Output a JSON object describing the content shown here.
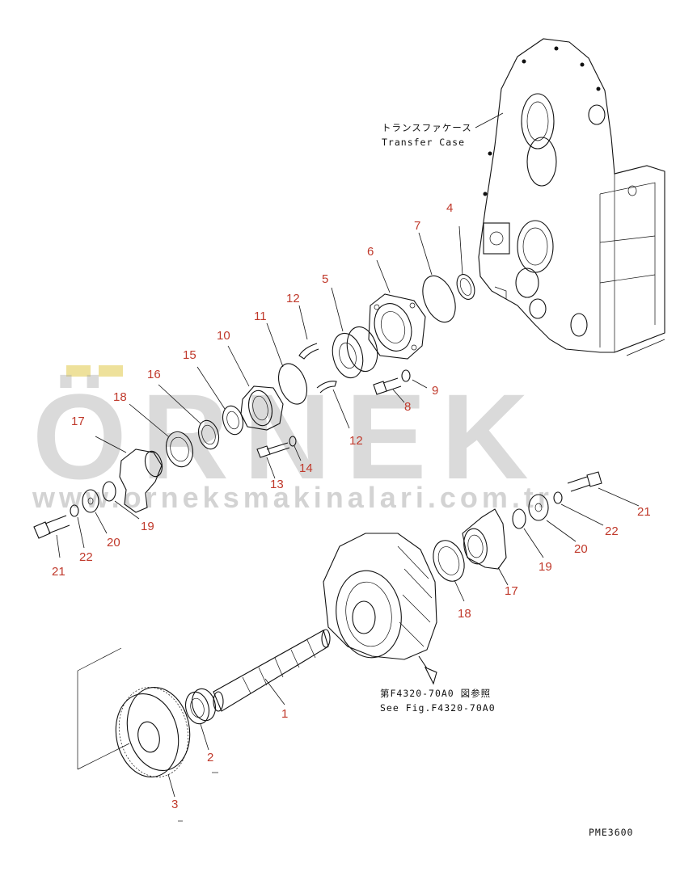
{
  "transfer_case": {
    "label_jp": "トランスファケース",
    "label_en": "Transfer Case"
  },
  "see_fig": {
    "label_jp": "第F4320-70A0 図参照",
    "label_en": "See Fig.F4320-70A0"
  },
  "drawing_code": "PME3600",
  "watermark": {
    "brand": "ÖRNEK",
    "url": "www.orneksmakinalari.com.tr"
  },
  "colors": {
    "part_number": "#c0392b",
    "line": "#111111",
    "watermark": "#a9a9a9",
    "watermark_accent": "#e8d77a"
  },
  "part_numbers": [
    "1",
    "2",
    "3",
    "4",
    "5",
    "6",
    "7",
    "8",
    "9",
    "10",
    "11",
    "12",
    "12",
    "13",
    "14",
    "15",
    "16",
    "17",
    "17",
    "18",
    "18",
    "19",
    "19",
    "20",
    "20",
    "21",
    "21",
    "22",
    "22"
  ]
}
